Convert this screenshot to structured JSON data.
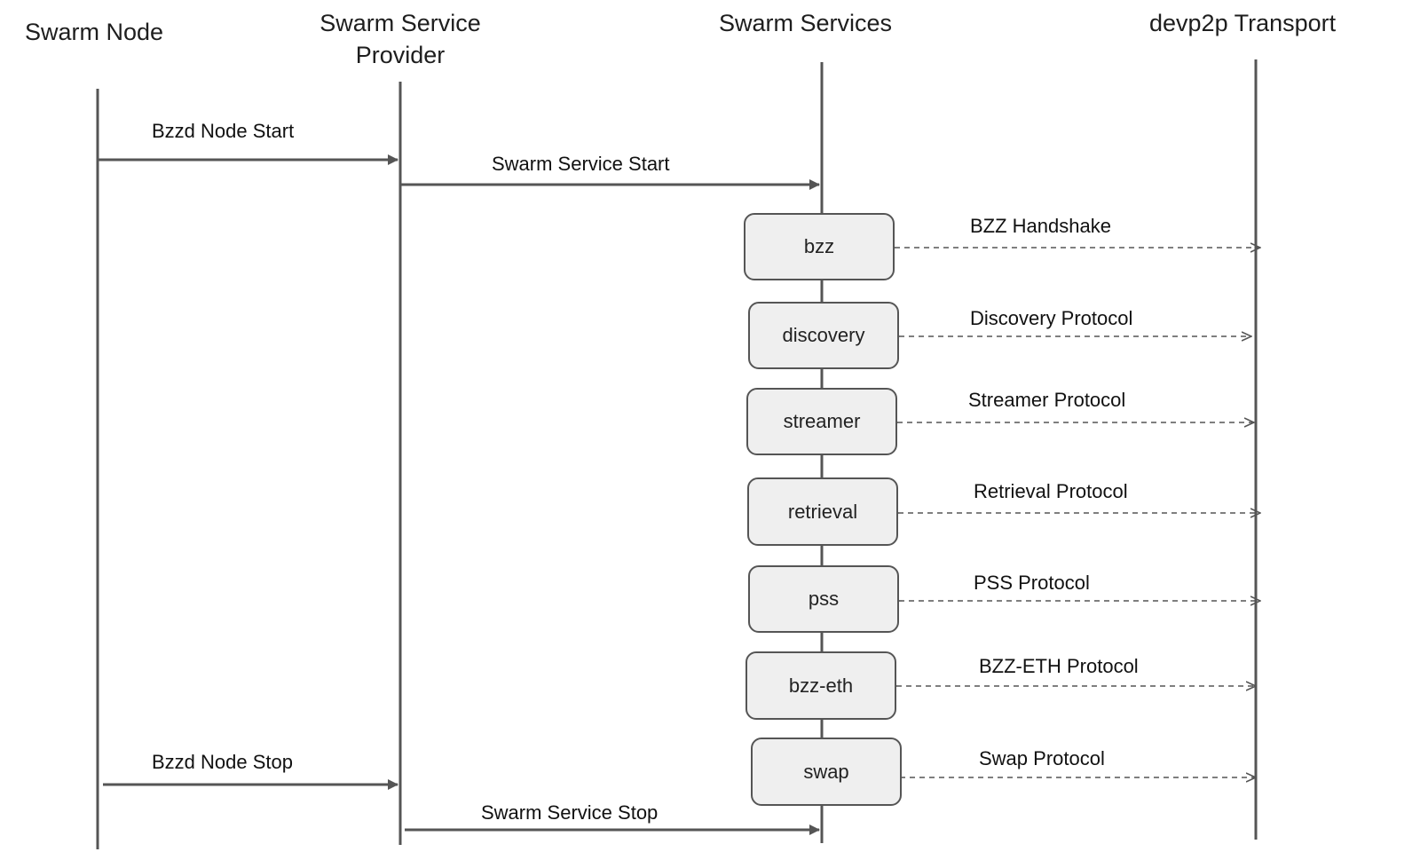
{
  "lanes": {
    "swarm_node": "Swarm Node",
    "service_provider_line1": "Swarm Service",
    "service_provider_line2": "Provider",
    "swarm_services": "Swarm Services",
    "devp2p": "devp2p Transport"
  },
  "messages": {
    "node_start": "Bzzd Node Start",
    "service_start": "Swarm Service Start",
    "node_stop": "Bzzd Node Stop",
    "service_stop": "Swarm Service Stop"
  },
  "services": [
    {
      "name": "bzz",
      "protocol": "BZZ Handshake"
    },
    {
      "name": "discovery",
      "protocol": "Discovery Protocol"
    },
    {
      "name": "streamer",
      "protocol": "Streamer Protocol"
    },
    {
      "name": "retrieval",
      "protocol": "Retrieval Protocol"
    },
    {
      "name": "pss",
      "protocol": "PSS Protocol"
    },
    {
      "name": "bzz-eth",
      "protocol": "BZZ-ETH Protocol"
    },
    {
      "name": "swap",
      "protocol": "Swap Protocol"
    }
  ]
}
